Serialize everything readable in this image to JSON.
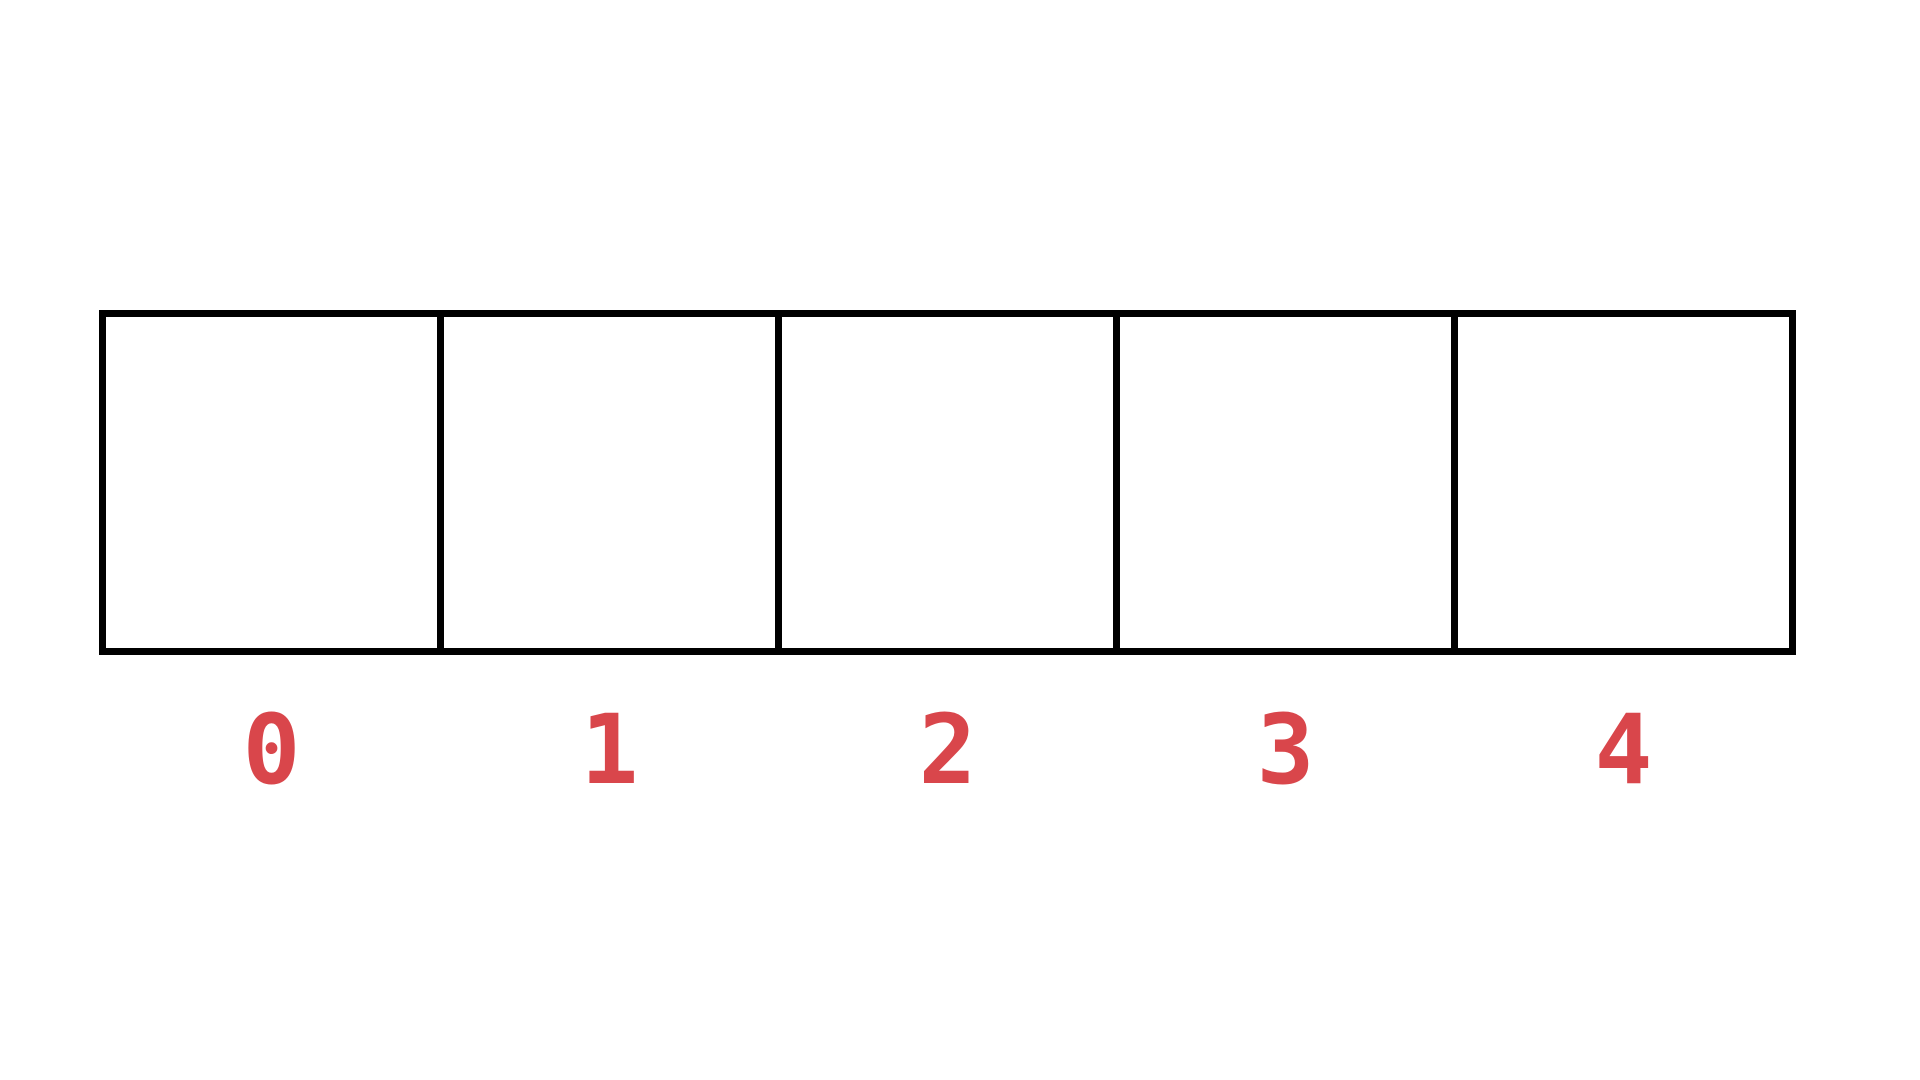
{
  "array": {
    "cell_count": 5,
    "indices": [
      "0",
      "1",
      "2",
      "3",
      "4"
    ]
  },
  "colors": {
    "border": "#000000",
    "index_text": "#d9464b",
    "background": "#ffffff"
  }
}
